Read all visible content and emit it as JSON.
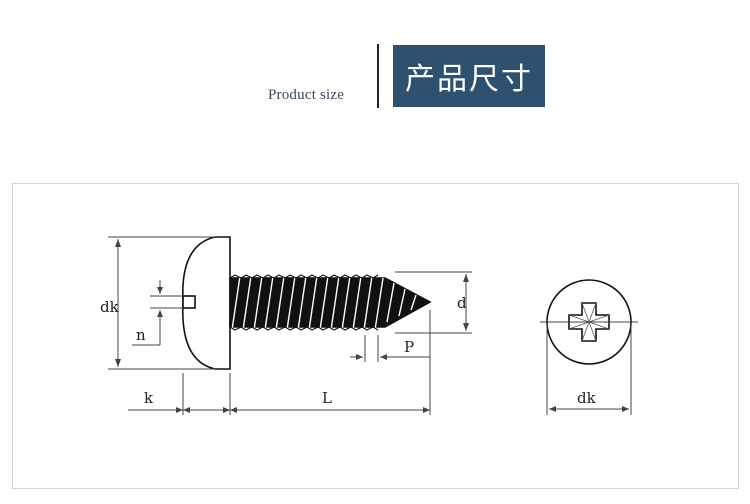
{
  "header": {
    "english_title": "Product size",
    "chinese_title": "产品尺寸",
    "box_color": "#2e5170"
  },
  "diagram": {
    "labels": {
      "dk_side": "dk",
      "n": "n",
      "d": "d",
      "p": "P",
      "k": "k",
      "l": "L",
      "dk_head": "dk"
    }
  }
}
